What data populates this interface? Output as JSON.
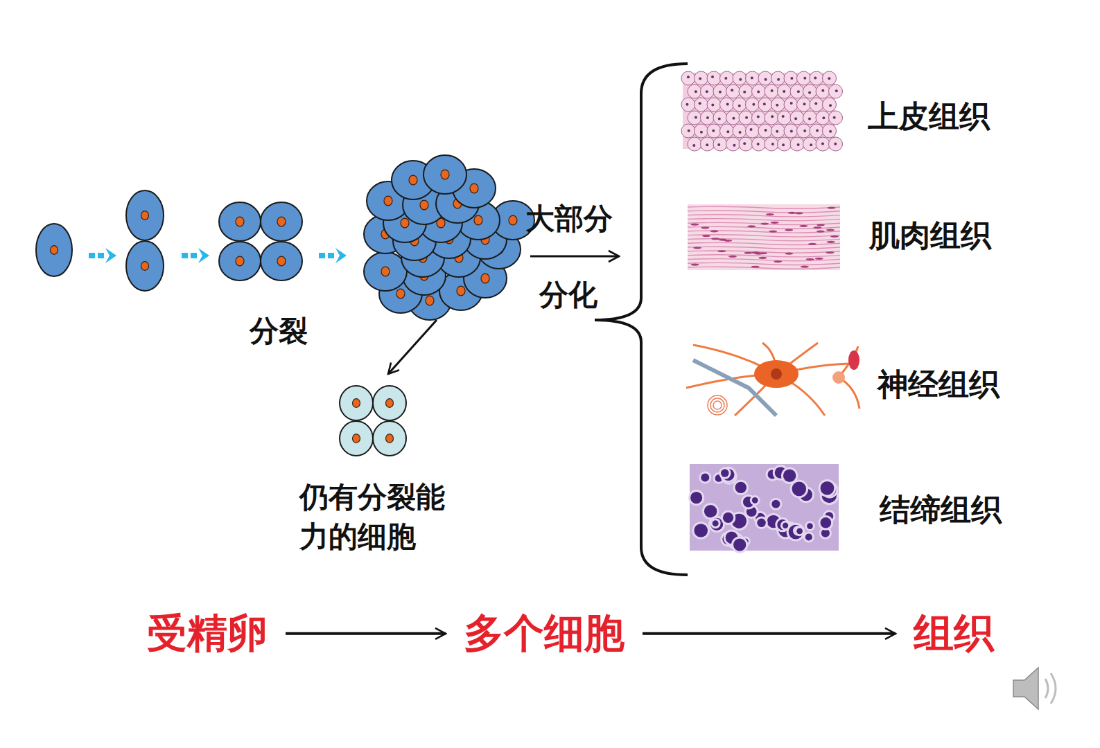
{
  "diagram": {
    "nodes": [
      {
        "text": [
          "上皮组织"
        ]
      },
      {
        "text": [
          "肌肉组织"
        ]
      },
      {
        "text": [
          "神经组织"
        ]
      },
      {
        "text": [
          "结缔组织"
        ]
      },
      {
        "text": [
          "受精卵"
        ]
      },
      {
        "text": [
          "多个细胞"
        ]
      },
      {
        "text": [
          "组织"
        ]
      }
    ],
    "edges": [
      {
        "from": 4,
        "to": 5,
        "arrow": "to"
      },
      {
        "from": 5,
        "to": 6,
        "arrow": "to"
      }
    ],
    "labels": [
      "分裂",
      "大部分",
      "分化",
      "仍有分裂能力的细胞"
    ]
  }
}
